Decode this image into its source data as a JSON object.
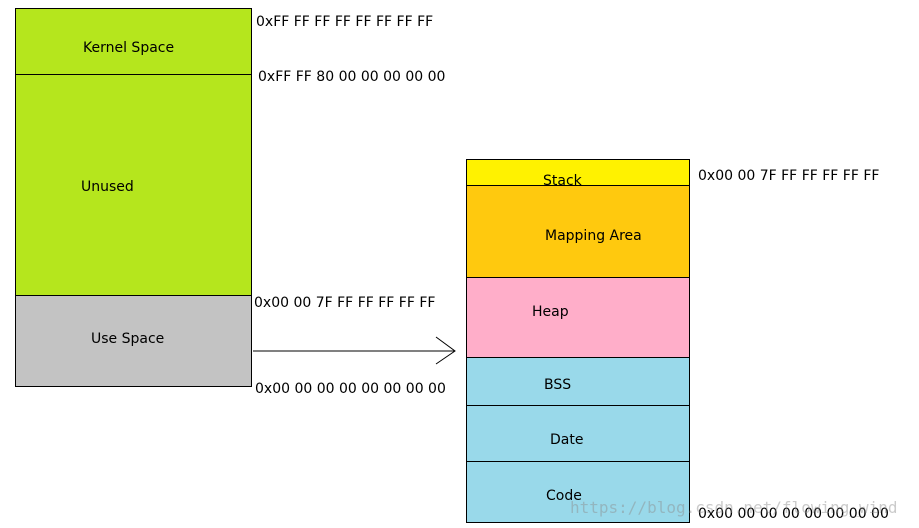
{
  "address_space": {
    "segments": [
      {
        "label": "Kernel Space",
        "color": "#b5e61d"
      },
      {
        "label": "Unused",
        "color": "#b5e61d"
      },
      {
        "label": "Use Space",
        "color": "#c3c3c3"
      }
    ],
    "addresses": [
      "0xFF FF FF FF FF FF FF FF",
      "0xFF FF 80 00 00 00 00 00",
      "0x00 00 7F FF FF FF FF FF",
      "0x00 00 00 00 00 00 00 00"
    ]
  },
  "user_space_detail": {
    "segments": [
      {
        "label": "Stack",
        "color": "#fff200"
      },
      {
        "label": "Mapping Area",
        "color": "#ffc90e"
      },
      {
        "label": "Heap",
        "color": "#ffaec9"
      },
      {
        "label": "BSS",
        "color": "#99d9ea"
      },
      {
        "label": "Date",
        "color": "#99d9ea"
      },
      {
        "label": "Code",
        "color": "#99d9ea"
      }
    ],
    "addresses": [
      "0x00 00 7F FF FF FF FF FF",
      "0x00 00 00 00 00 00 00 00"
    ]
  },
  "watermark": "https://blog.csdn.net/flowing_wind"
}
